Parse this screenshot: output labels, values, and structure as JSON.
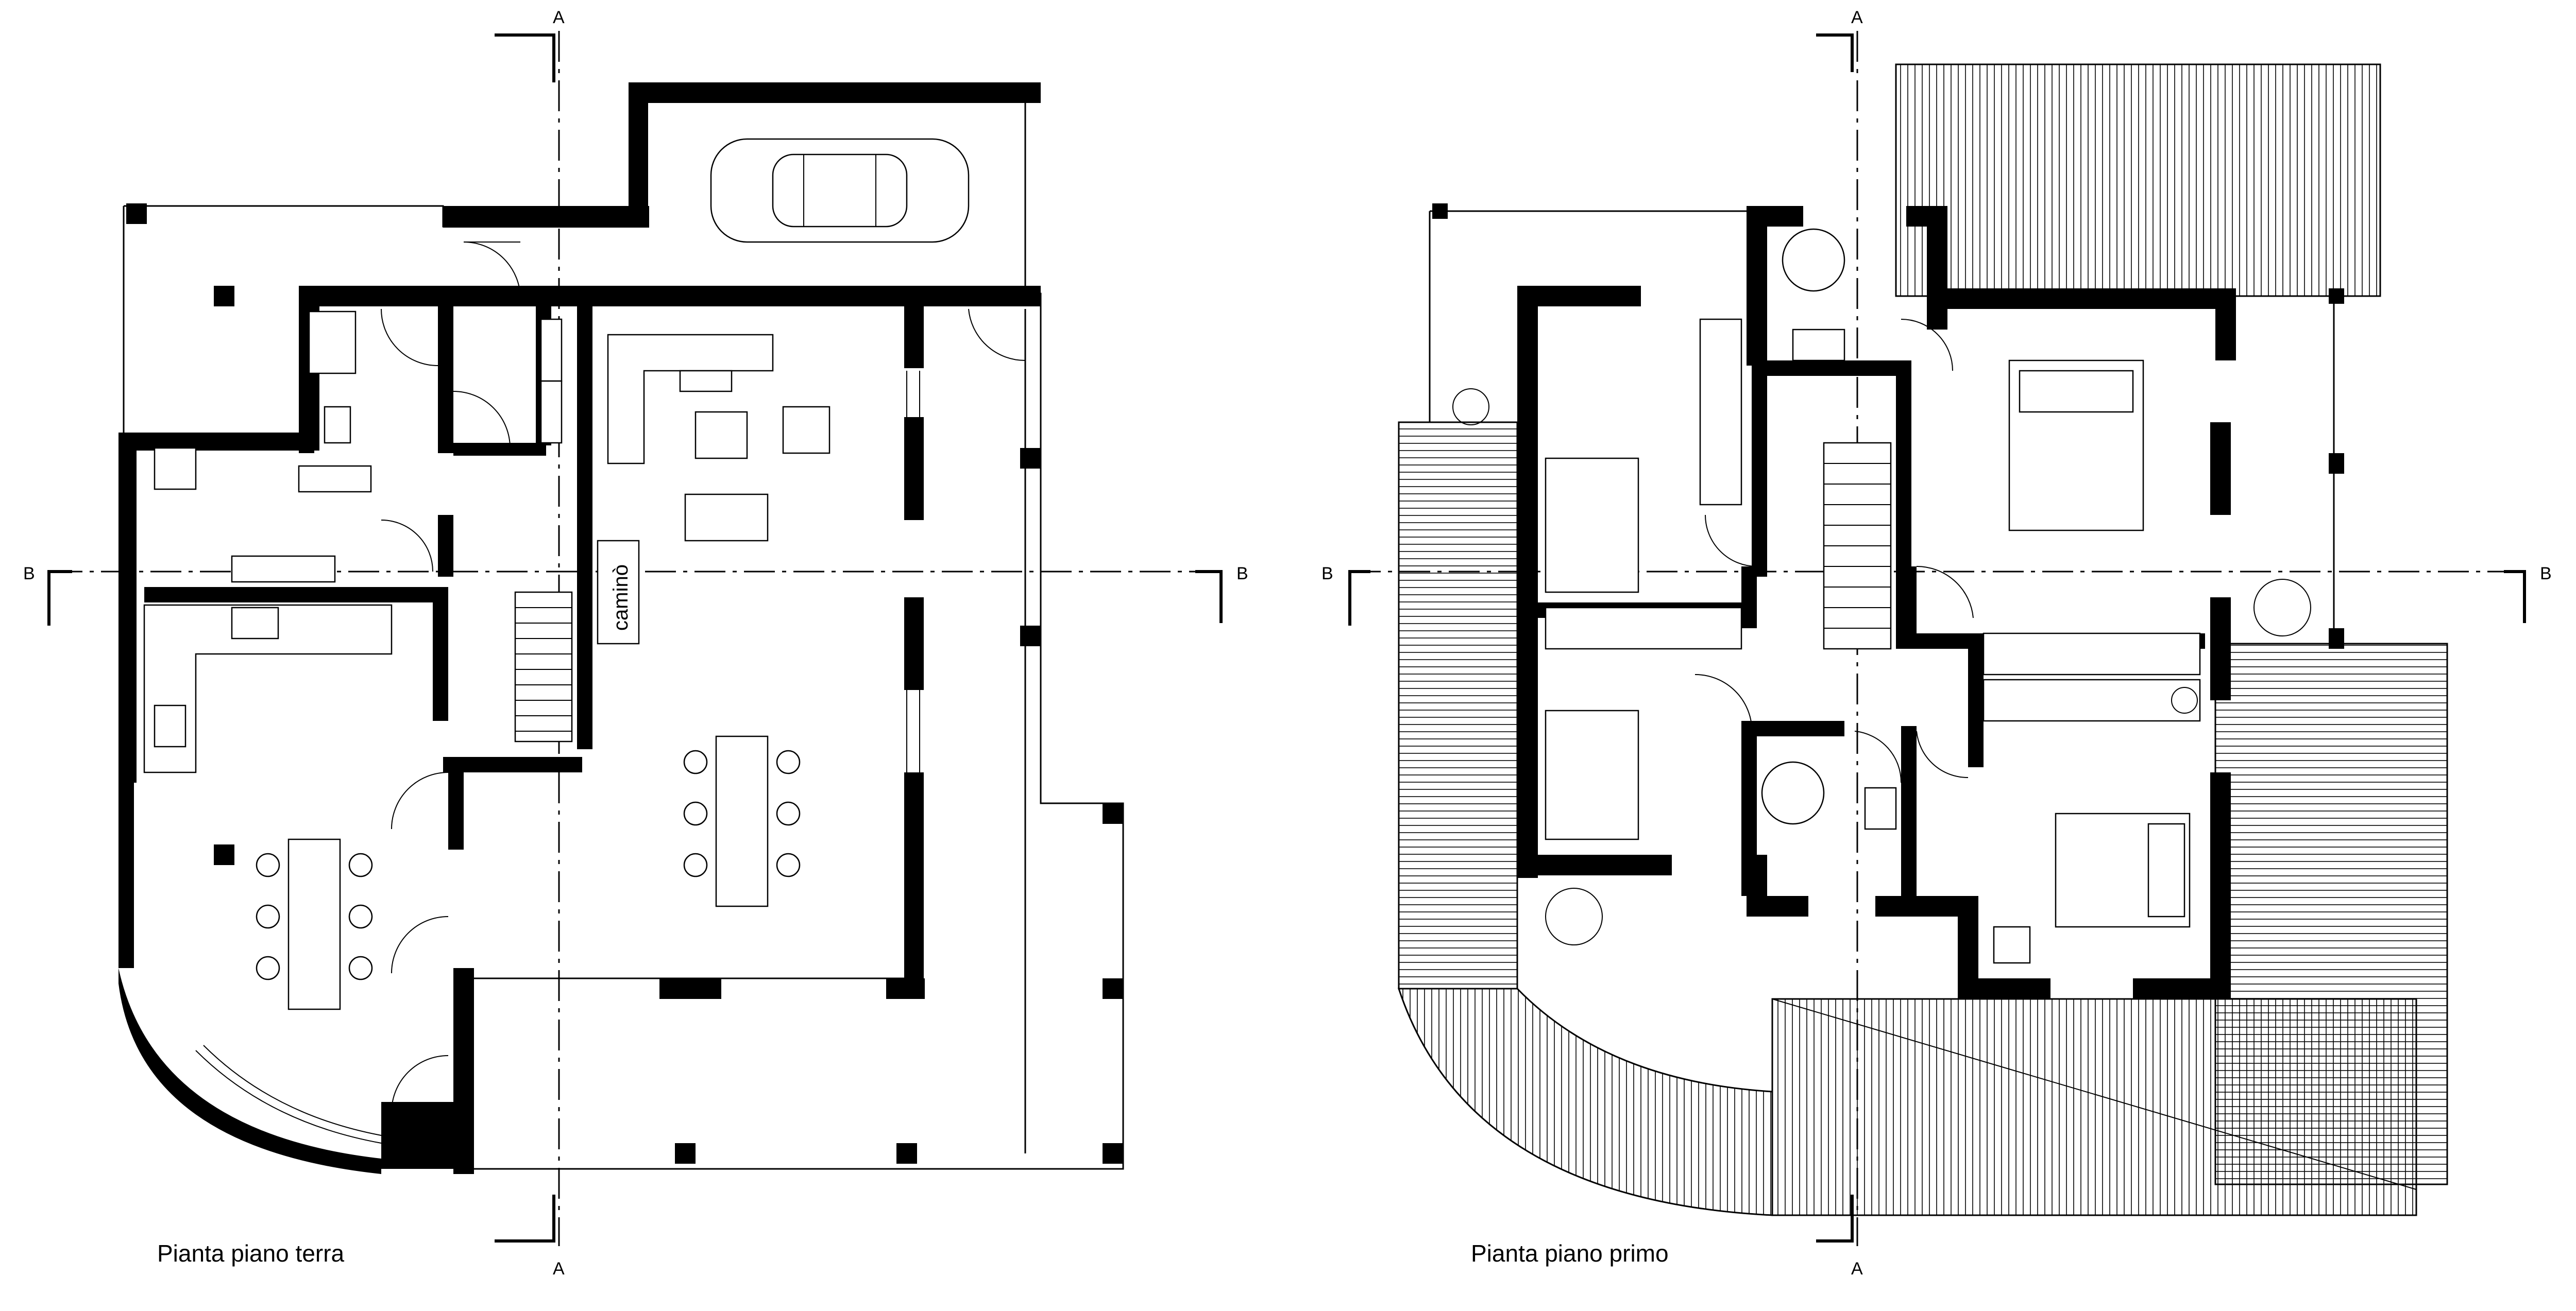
{
  "plans": [
    {
      "title": "Pianta piano terra",
      "room_label": "caminò"
    },
    {
      "title": "Pianta piano primo"
    }
  ],
  "section_marks": {
    "vertical": "A",
    "horizontal": "B"
  }
}
